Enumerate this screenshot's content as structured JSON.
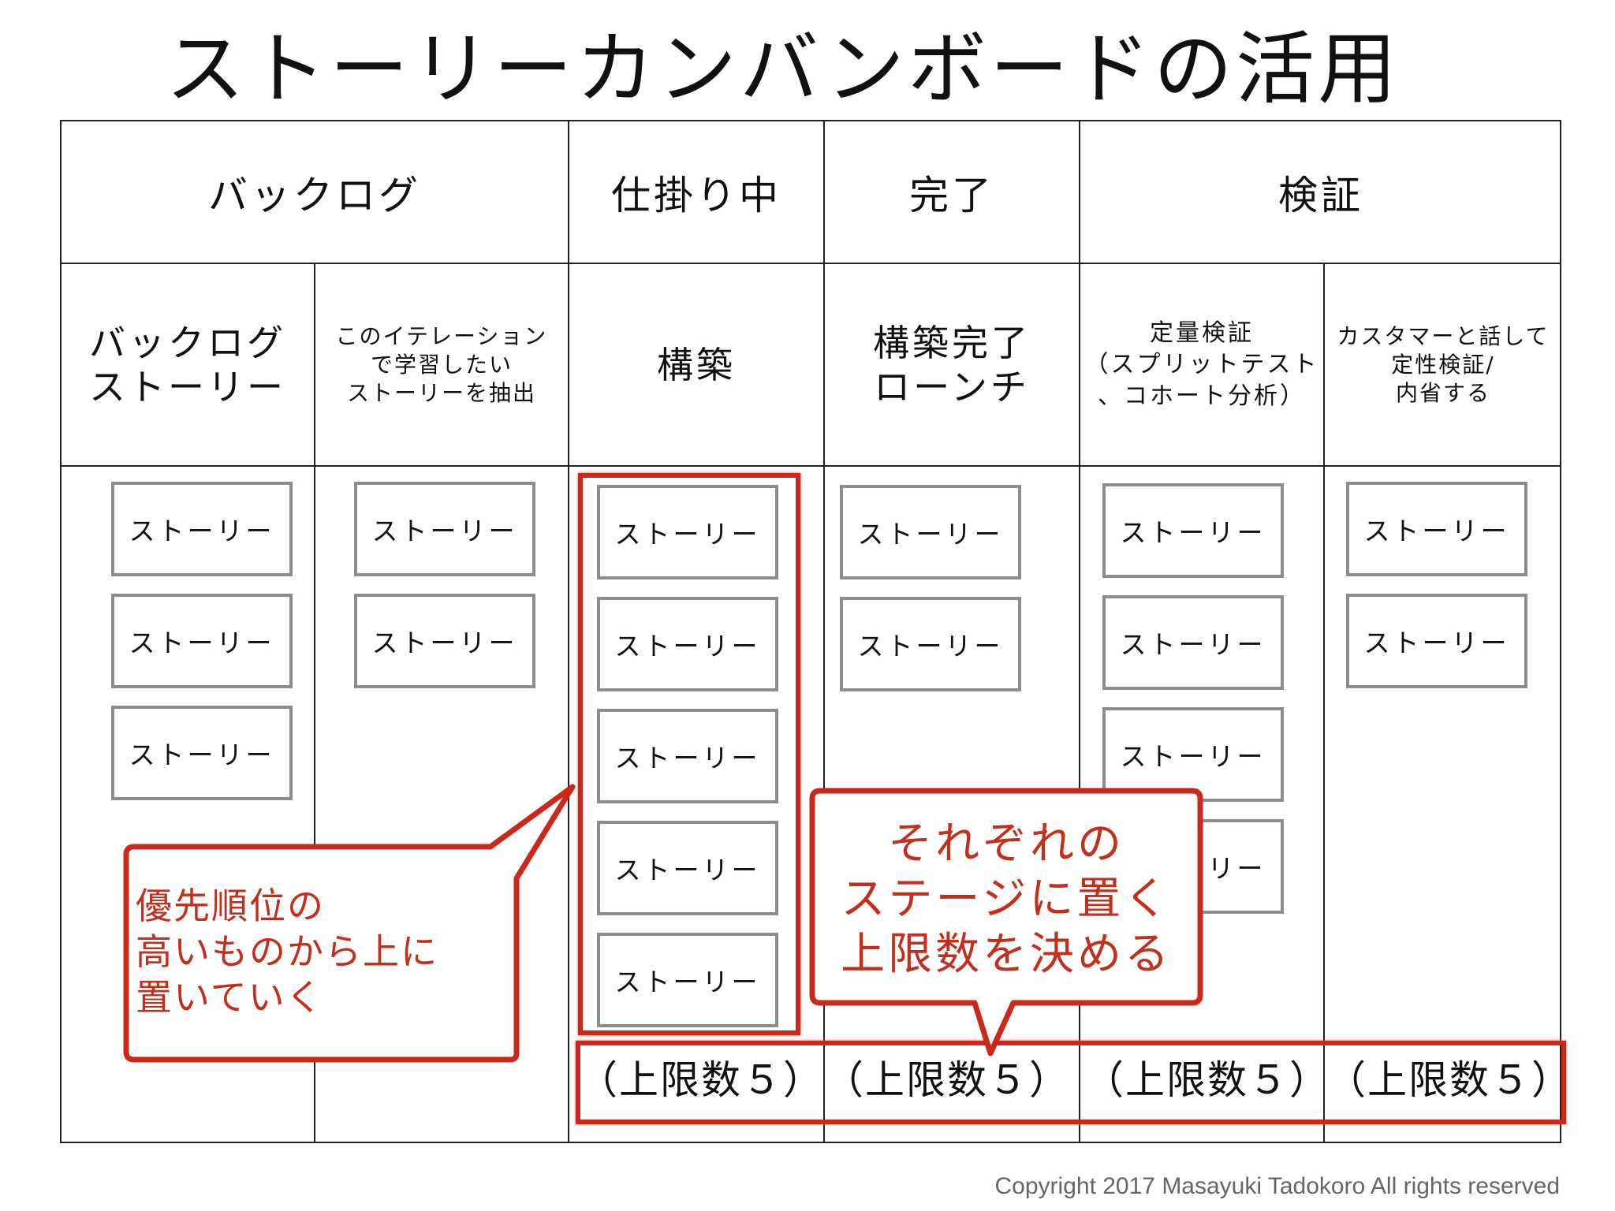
{
  "title": "ストーリーカンバンボードの活用",
  "stages": [
    "バックログ",
    "仕掛り中",
    "完了",
    "検証"
  ],
  "subcolumns": [
    "バックログ\nストーリー",
    "このイテレーション\nで学習したい\nストーリーを抽出",
    "構築",
    "構築完了\nローンチ",
    "定量検証\n（スプリットテスト\n、コホート分析）",
    "カスタマーと話して\n定性検証/\n内省する"
  ],
  "card_label": "ストーリー",
  "cards": {
    "backlog": [
      "ストーリー",
      "ストーリー",
      "ストーリー"
    ],
    "iteration": [
      "ストーリー",
      "ストーリー"
    ],
    "build": [
      "ストーリー",
      "ストーリー",
      "ストーリー",
      "ストーリー",
      "ストーリー"
    ],
    "launch": [
      "ストーリー",
      "ストーリー"
    ],
    "quant": [
      "ストーリー",
      "ストーリー",
      "ストーリー",
      "ストーリー"
    ],
    "qual": [
      "ストーリー",
      "ストーリー"
    ]
  },
  "limits": [
    "（上限数５）",
    "（上限数５）",
    "（上限数５）",
    "（上限数５）"
  ],
  "callouts": {
    "priority": "優先順位の\n高いものから上に\n置いていく",
    "wip": "それぞれの\nステージに置く\n上限数を決める"
  },
  "colors": {
    "accent_red": "#c9281b",
    "callout_text": "#c0301c",
    "card_border": "#8c8c8c"
  },
  "copyright": "Copyright 2017 Masayuki Tadokoro All rights reserved"
}
